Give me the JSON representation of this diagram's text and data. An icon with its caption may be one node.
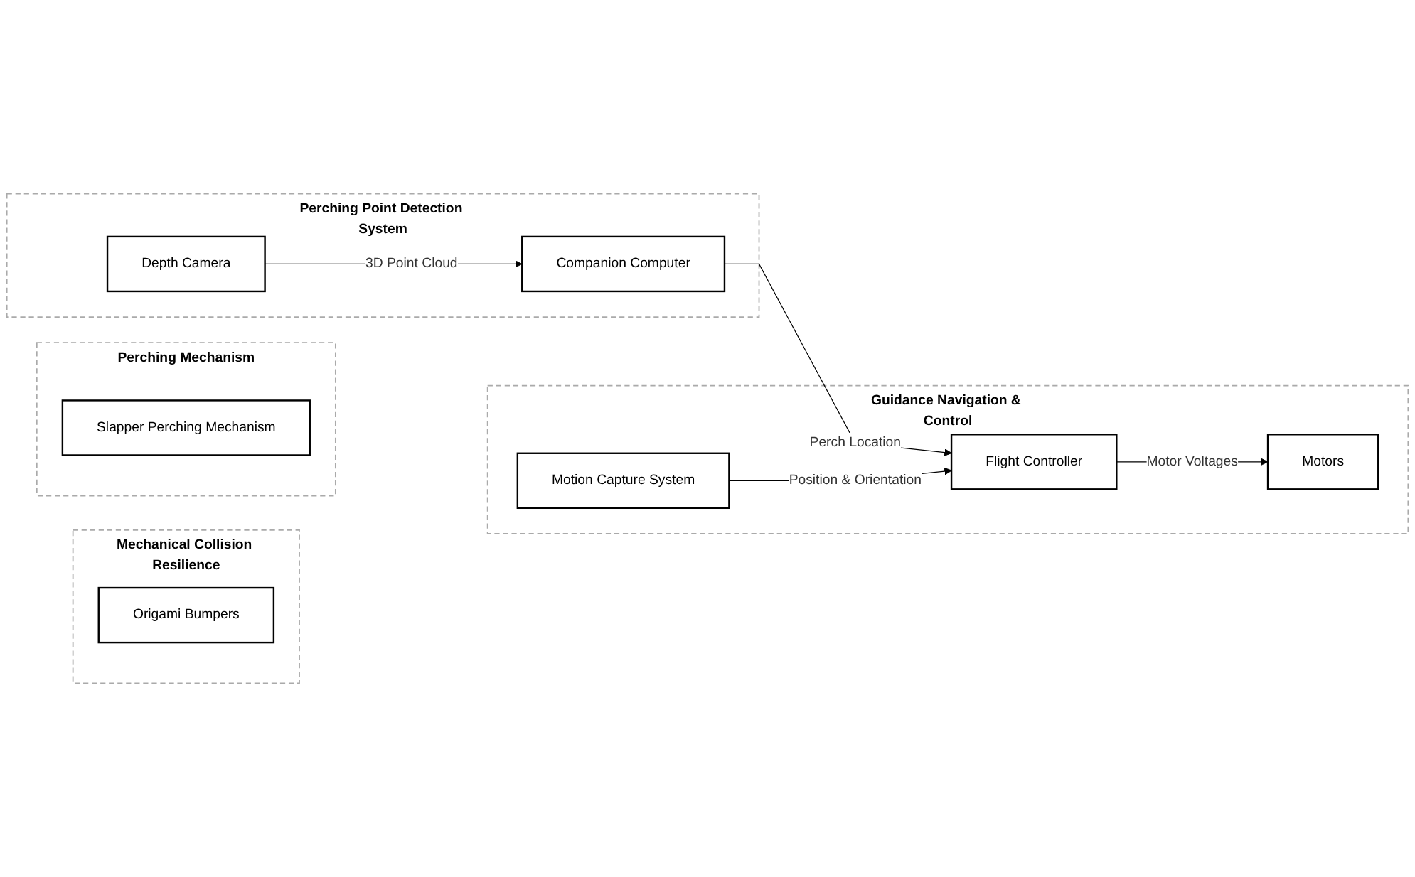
{
  "diagram": {
    "nodes": [
      {
        "text": [
          "Mechanical Collision Resilience"
        ]
      },
      {
        "text": [
          "Origami Bumpers"
        ],
        "in": 0
      },
      {
        "text": [
          "Perching Mechanism"
        ]
      },
      {
        "text": [
          "Slapper Perching Mechanism"
        ],
        "in": 2
      },
      {
        "text": [
          "Perching Point Detection System"
        ]
      },
      {
        "text": [
          "Companion Computer"
        ],
        "in": 4
      },
      {
        "text": [
          "Depth Camera"
        ],
        "in": 4
      },
      {
        "text": [
          "Guidance Navigation & Control"
        ]
      },
      {
        "text": [
          "Flight Controller"
        ],
        "in": 7
      },
      {
        "text": [
          "Motors"
        ],
        "in": 7
      },
      {
        "text": [
          "Motion Capture System"
        ],
        "in": 7
      }
    ],
    "edges": [
      {
        "from": 5,
        "to": 8,
        "arrow": "to",
        "label": "Perch Location"
      },
      {
        "from": 8,
        "to": 9,
        "arrow": "to",
        "label": "Motor Voltages"
      },
      {
        "from": 6,
        "to": 5,
        "arrow": "to",
        "label": "3D Point Cloud"
      },
      {
        "from": 10,
        "to": 8,
        "arrow": "to",
        "label": "Position & Orientation"
      }
    ]
  }
}
